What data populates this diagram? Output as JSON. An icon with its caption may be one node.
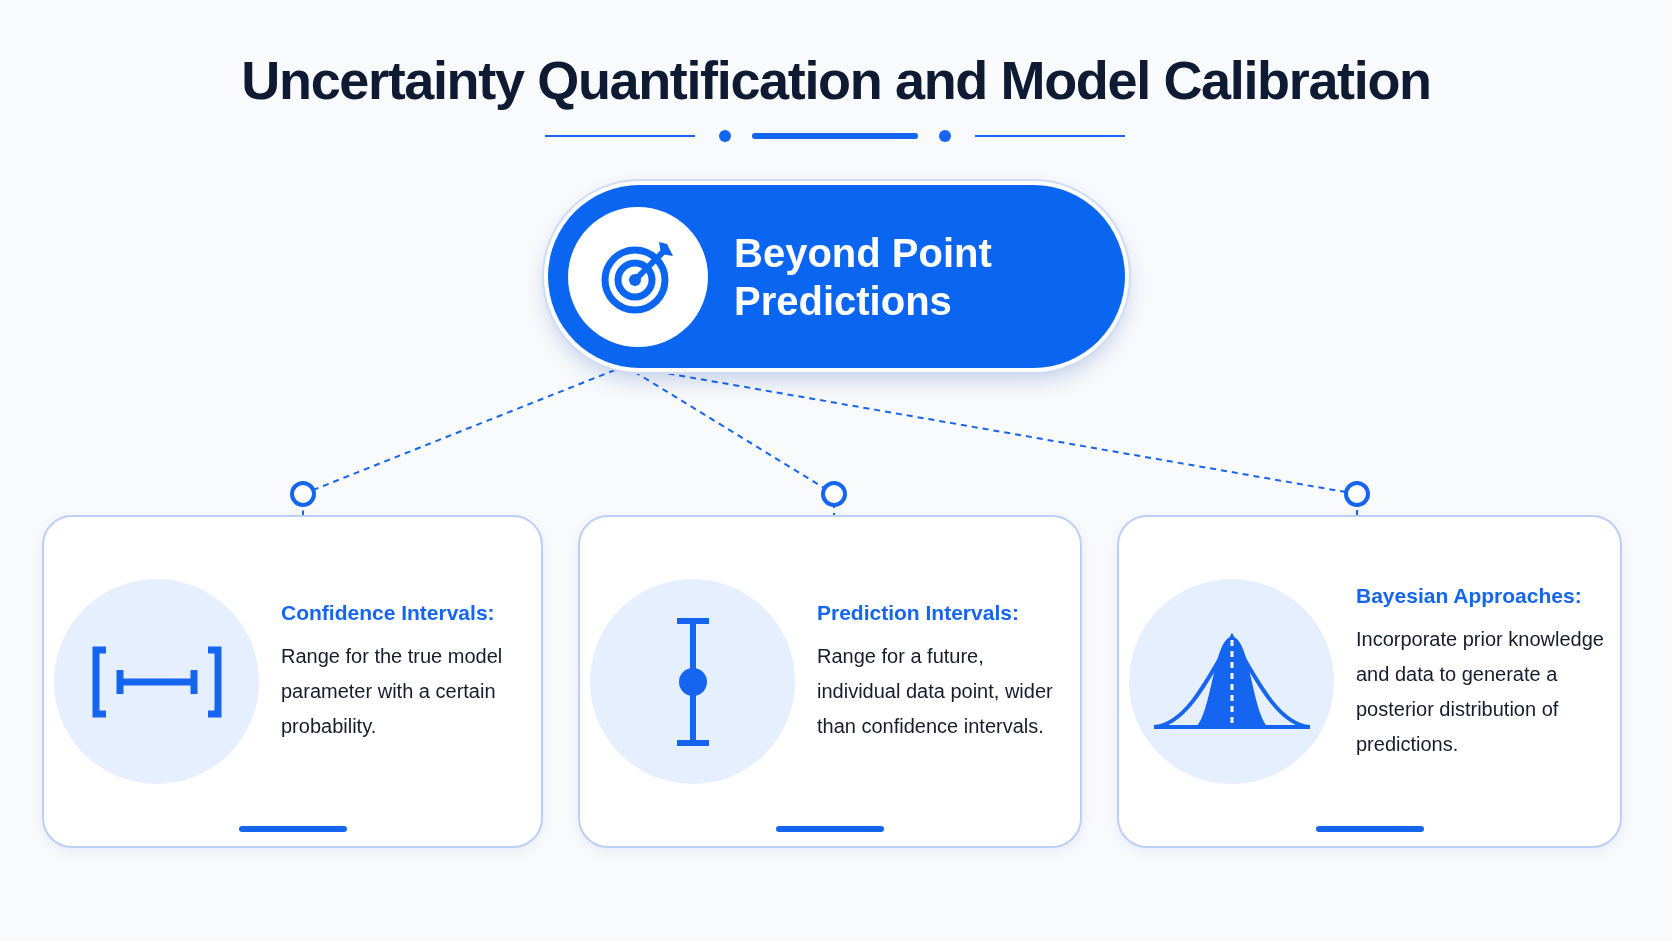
{
  "diagram": {
    "title": "Uncertainty Quantification and Model Calibration",
    "nodes": [
      {
        "text": [
          "Beyond Point Predictions"
        ]
      },
      {
        "text": [
          "Confidence Intervals:",
          "Range for the true model parameter with a certain probability."
        ]
      },
      {
        "text": [
          "Prediction Intervals:",
          "Range for a future, individual data point, wider than confidence intervals."
        ]
      },
      {
        "text": [
          "Bayesian Approaches:",
          "Incorporate prior knowledge and data to generate a posterior distribution of predictions."
        ]
      }
    ],
    "edges": [
      {
        "from": 0,
        "to": 1,
        "arrow": "other",
        "style": "dashed"
      },
      {
        "from": 0,
        "to": 2,
        "arrow": "other",
        "style": "dashed"
      },
      {
        "from": 0,
        "to": 3,
        "arrow": "other",
        "style": "dashed"
      }
    ]
  }
}
